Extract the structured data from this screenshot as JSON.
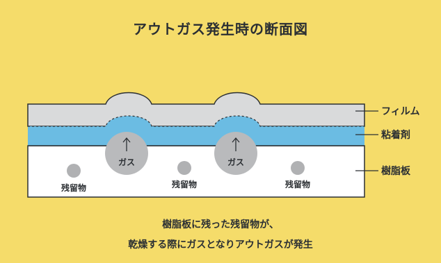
{
  "title": "アウトガス発生時の断面図",
  "layers": {
    "film": "フィルム",
    "adhesive": "粘着剤",
    "resin": "樹脂板"
  },
  "labels": {
    "gas_left": "ガス",
    "gas_right": "ガス",
    "residue_1": "残留物",
    "residue_2": "残留物",
    "residue_3": "残留物"
  },
  "caption": {
    "line1": "樹脂板に残った残留物が、",
    "line2": "乾燥する際にガスとなりアウトガスが発生"
  },
  "colors": {
    "background": "#f5dc6a",
    "film": "#d9dadb",
    "adhesive": "#6bbce3",
    "resin": "#ffffff",
    "gas": "#b9babc",
    "residue": "#b0b1b3"
  }
}
